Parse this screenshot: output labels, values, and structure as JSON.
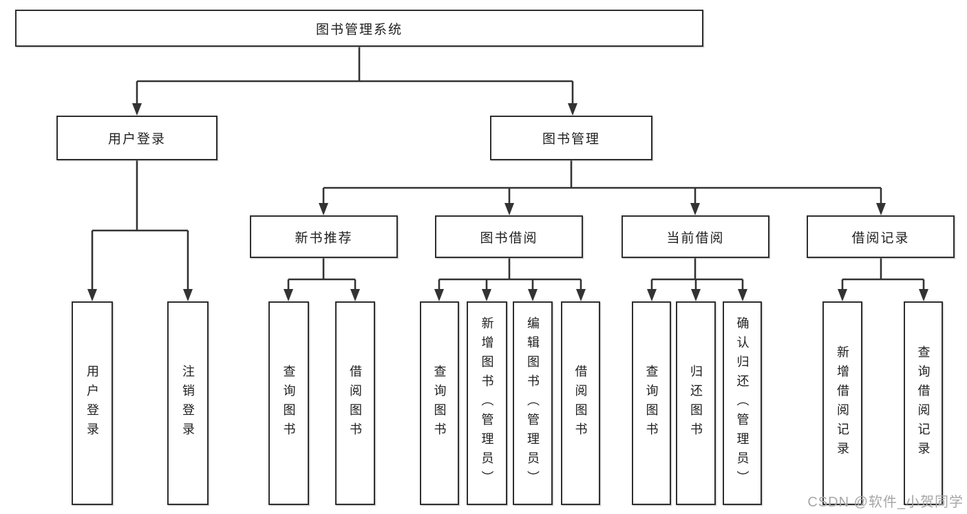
{
  "diagram": {
    "root": {
      "label": "图书管理系统"
    },
    "level2": [
      {
        "label": "用户登录"
      },
      {
        "label": "图书管理"
      }
    ],
    "level3": [
      {
        "label": "新书推荐"
      },
      {
        "label": "图书借阅"
      },
      {
        "label": "当前借阅"
      },
      {
        "label": "借阅记录"
      }
    ],
    "leaves": [
      {
        "label": "用户登录"
      },
      {
        "label": "注销登录"
      },
      {
        "label": "查询图书"
      },
      {
        "label": "借阅图书"
      },
      {
        "label": "查询图书"
      },
      {
        "label": "新增图书（管理员）"
      },
      {
        "label": "编辑图书（管理员）"
      },
      {
        "label": "借阅图书"
      },
      {
        "label": "查询图书"
      },
      {
        "label": "归还图书"
      },
      {
        "label": "确认归还（管理员）"
      },
      {
        "label": "新增借阅记录"
      },
      {
        "label": "查询借阅记录"
      }
    ]
  },
  "watermark": {
    "text": "CSDN @软件_小贺同学"
  },
  "colors": {
    "line": "#333333",
    "text": "#1f1f1f",
    "background": "#ffffff",
    "watermark": "#a6a6a6"
  }
}
